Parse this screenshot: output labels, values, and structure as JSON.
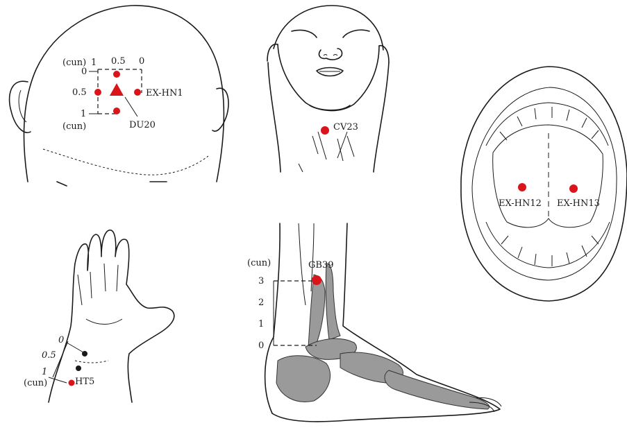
{
  "colors": {
    "acupoint": "#d9141b",
    "line": "#1a1a1a",
    "bone": "#9a9a9a"
  },
  "head": {
    "cun_top": "(cun)",
    "cun_bottom": "(cun)",
    "col_labels": [
      "1",
      "0.5",
      "0"
    ],
    "row_labels": [
      "0",
      "0.5",
      "1"
    ],
    "points": [
      "EX-HN1",
      "DU20"
    ]
  },
  "neck": {
    "points": [
      "CV23"
    ]
  },
  "mouth": {
    "points": [
      "EX-HN12",
      "EX-HN13"
    ]
  },
  "hand": {
    "scale_labels": [
      "0",
      "0.5",
      "1"
    ],
    "cun": "(cun)",
    "points": [
      "HT5"
    ]
  },
  "leg": {
    "cun": "(cun)",
    "scale_labels": [
      "3",
      "2",
      "1",
      "0"
    ],
    "points": [
      "GB39"
    ]
  }
}
